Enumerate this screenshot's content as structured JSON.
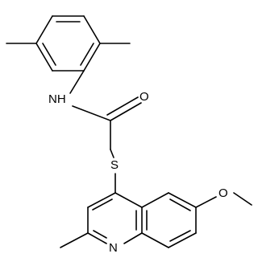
{
  "atoms": {
    "amide_nh": "NH",
    "carbonyl_o": "O",
    "thioether_s": "S",
    "methoxy_o": "O",
    "ring_n": "N"
  },
  "colors": {
    "bond": "#000000",
    "text": "#000000",
    "background": "#ffffff"
  }
}
